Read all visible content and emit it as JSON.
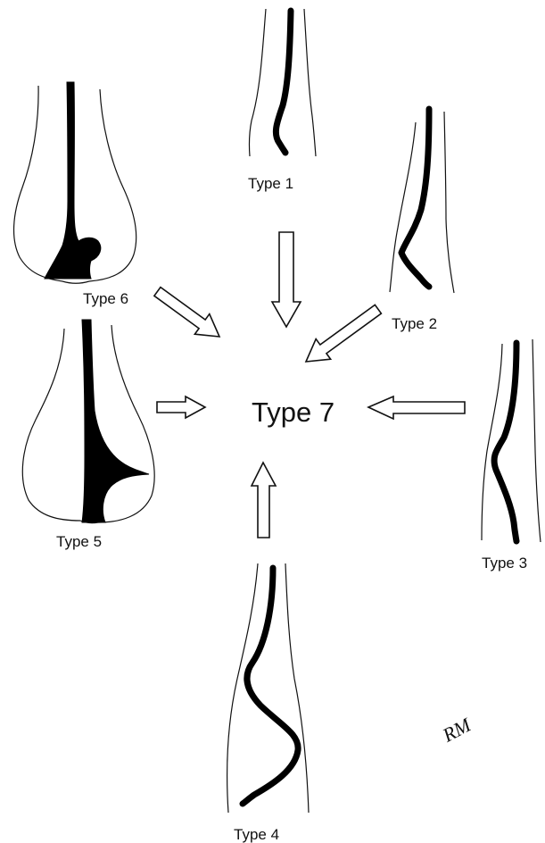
{
  "diagram": {
    "center_label": "Type 7",
    "signature": "RM",
    "types": [
      {
        "key": "type1",
        "label": "Type 1"
      },
      {
        "key": "type2",
        "label": "Type 2"
      },
      {
        "key": "type3",
        "label": "Type 3"
      },
      {
        "key": "type4",
        "label": "Type 4"
      },
      {
        "key": "type5",
        "label": "Type 5"
      },
      {
        "key": "type6",
        "label": "Type 6"
      }
    ]
  }
}
